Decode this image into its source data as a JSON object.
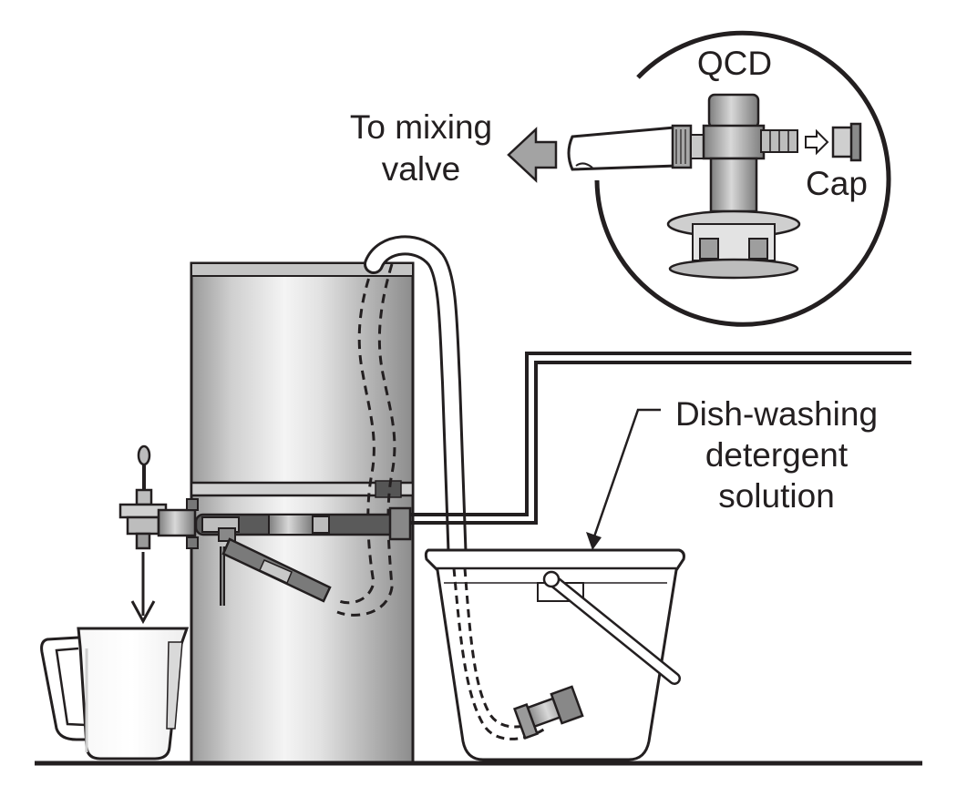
{
  "labels": {
    "qcd": "QCD",
    "to_mixing_line1": "To mixing",
    "to_mixing_line2": "valve",
    "cap": "Cap",
    "detergent_line1": "Dish-washing",
    "detergent_line2": "detergent",
    "detergent_line3": "solution"
  },
  "colors": {
    "line": "#231f20",
    "tank_light": "#e6e6e6",
    "tank_mid": "#bdbdbd",
    "tank_dark": "#8a8a8a",
    "part_gray": "#9e9e9e",
    "arrow_gray": "#a0a0a0"
  }
}
